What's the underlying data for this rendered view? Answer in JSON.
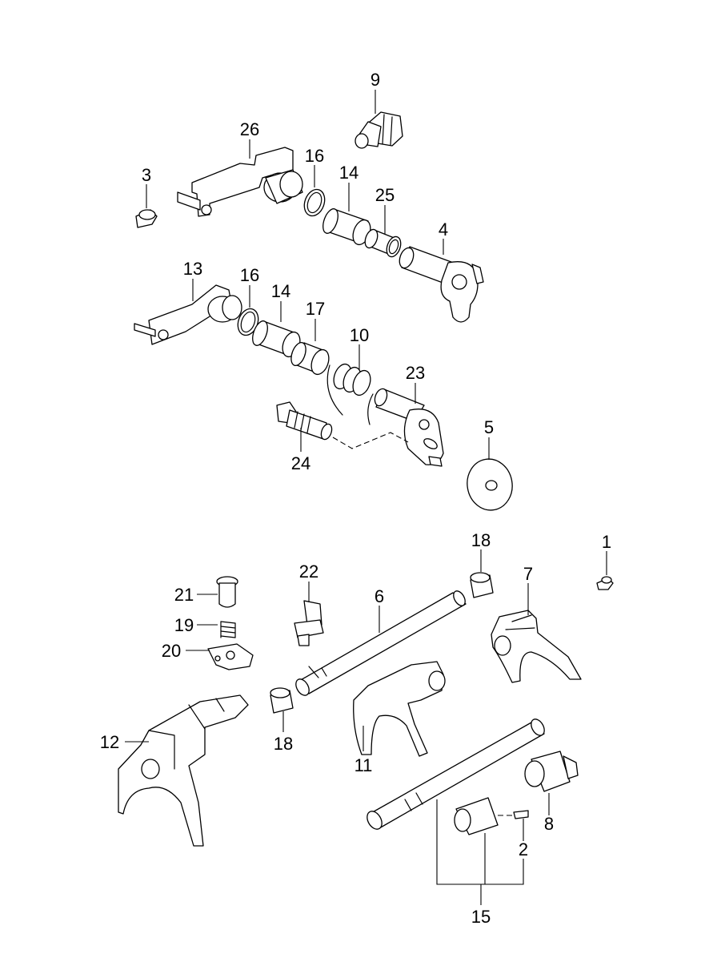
{
  "diagram": {
    "labels": [
      {
        "id": "9",
        "text": "9"
      },
      {
        "id": "26",
        "text": "26"
      },
      {
        "id": "16a",
        "text": "16"
      },
      {
        "id": "3",
        "text": "3"
      },
      {
        "id": "14a",
        "text": "14"
      },
      {
        "id": "25",
        "text": "25"
      },
      {
        "id": "4",
        "text": "4"
      },
      {
        "id": "13",
        "text": "13"
      },
      {
        "id": "16b",
        "text": "16"
      },
      {
        "id": "14b",
        "text": "14"
      },
      {
        "id": "17",
        "text": "17"
      },
      {
        "id": "10",
        "text": "10"
      },
      {
        "id": "23",
        "text": "23"
      },
      {
        "id": "24",
        "text": "24"
      },
      {
        "id": "5",
        "text": "5"
      },
      {
        "id": "18a",
        "text": "18"
      },
      {
        "id": "1",
        "text": "1"
      },
      {
        "id": "22",
        "text": "22"
      },
      {
        "id": "7",
        "text": "7"
      },
      {
        "id": "21",
        "text": "21"
      },
      {
        "id": "6",
        "text": "6"
      },
      {
        "id": "19",
        "text": "19"
      },
      {
        "id": "20",
        "text": "20"
      },
      {
        "id": "12",
        "text": "12"
      },
      {
        "id": "18b",
        "text": "18"
      },
      {
        "id": "11",
        "text": "11"
      },
      {
        "id": "8",
        "text": "8"
      },
      {
        "id": "2",
        "text": "2"
      },
      {
        "id": "15",
        "text": "15"
      }
    ]
  }
}
